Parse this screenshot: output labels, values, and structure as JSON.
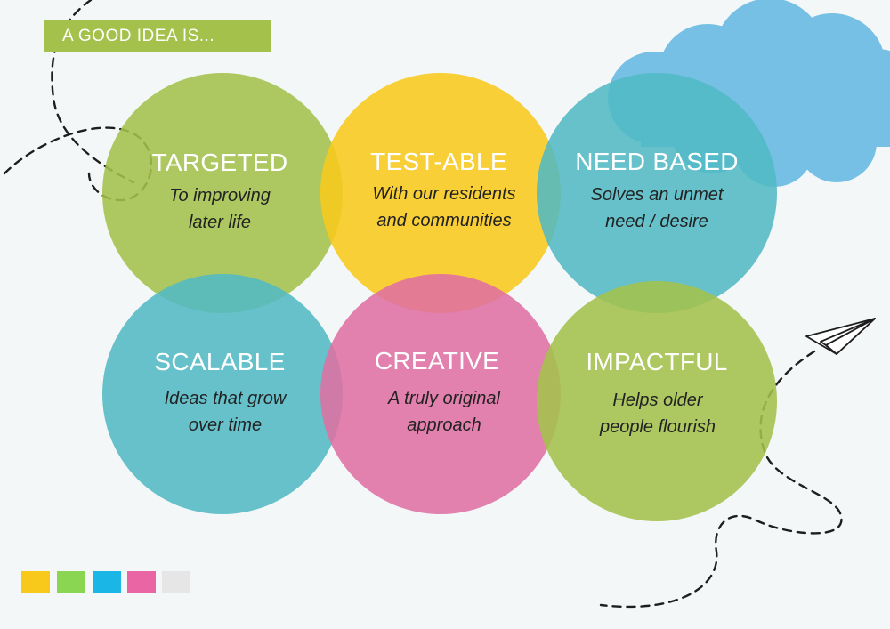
{
  "banner": {
    "title": "A GOOD IDEA IS..."
  },
  "circles": [
    {
      "label": "TARGETED",
      "desc": "To improving\nlater life",
      "color": "#a4c24b"
    },
    {
      "label": "TEST-ABLE",
      "desc": "With our residents\nand communities",
      "color": "#f8c91b"
    },
    {
      "label": "NEED BASED",
      "desc": "Solves an unmet\nneed / desire",
      "color": "#52b9c4"
    },
    {
      "label": "SCALABLE",
      "desc": "Ideas that grow\nover time",
      "color": "#52b9c4"
    },
    {
      "label": "CREATIVE",
      "desc": "A truly original\napproach",
      "color": "#df6fa3"
    },
    {
      "label": "IMPACTFUL",
      "desc": "Helps older\npeople flourish",
      "color": "#a4c24b"
    }
  ],
  "palette": [
    "#f8c91b",
    "#8ad551",
    "#19b6e6",
    "#ea65a3",
    "#e6e6e6"
  ],
  "cloud_color": "#6cbce4"
}
